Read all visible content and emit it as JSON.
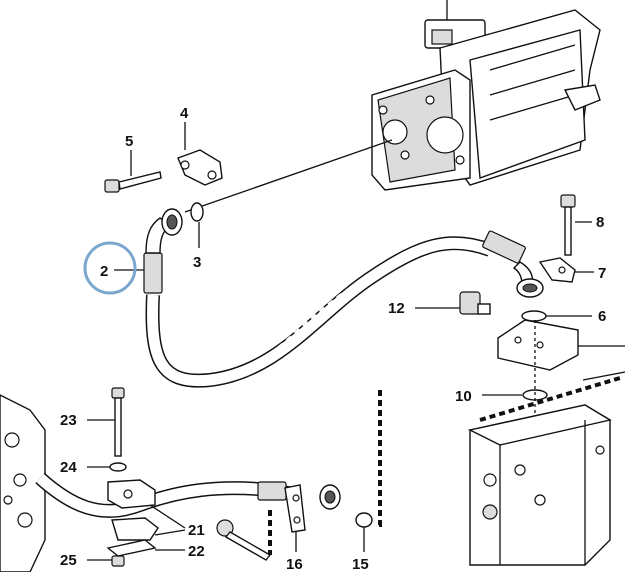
{
  "callouts": [
    {
      "id": "p2",
      "label": "2"
    },
    {
      "id": "p3",
      "label": "3"
    },
    {
      "id": "p4",
      "label": "4"
    },
    {
      "id": "p5",
      "label": "5"
    },
    {
      "id": "p6",
      "label": "6"
    },
    {
      "id": "p7",
      "label": "7"
    },
    {
      "id": "p8",
      "label": "8"
    },
    {
      "id": "p10",
      "label": "10"
    },
    {
      "id": "p12",
      "label": "12"
    },
    {
      "id": "p15",
      "label": "15"
    },
    {
      "id": "p16",
      "label": "16"
    },
    {
      "id": "p21",
      "label": "21"
    },
    {
      "id": "p22",
      "label": "22"
    },
    {
      "id": "p23",
      "label": "23"
    },
    {
      "id": "p24",
      "label": "24"
    },
    {
      "id": "p25",
      "label": "25"
    }
  ],
  "colors": {
    "line": "#111111",
    "highlight_ring": "#7ba7cf",
    "shade": "#dcdcdc",
    "background": "#ffffff"
  }
}
